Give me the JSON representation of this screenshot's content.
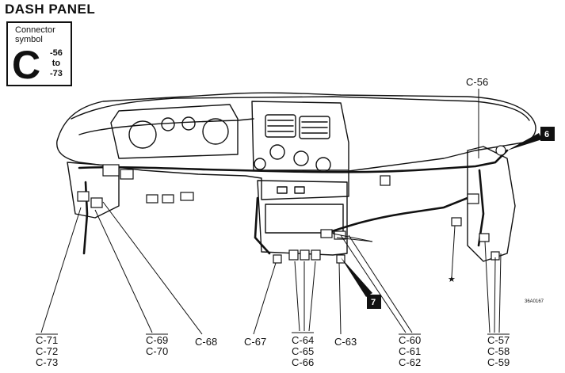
{
  "title": "DASH PANEL",
  "connector_symbol": {
    "caption_line1": "Connector",
    "caption_line2": "symbol",
    "letter": "C",
    "range_from": "-56",
    "range_to_word": "to",
    "range_to": "-73"
  },
  "callouts": {
    "box6": "6",
    "box7": "7"
  },
  "ref_code": "36A0167",
  "labels": {
    "c56": "C-56",
    "c71": "C-71",
    "c72": "C-72",
    "c73": "C-73",
    "c69": "C-69",
    "c70": "C-70",
    "c68": "C-68",
    "c67": "C-67",
    "c64": "C-64",
    "c65": "C-65",
    "c66": "C-66",
    "c63": "C-63",
    "c60": "C-60",
    "c61": "C-61",
    "c62": "C-62",
    "c57": "C-57",
    "c58": "C-58",
    "c59": "C-59"
  }
}
